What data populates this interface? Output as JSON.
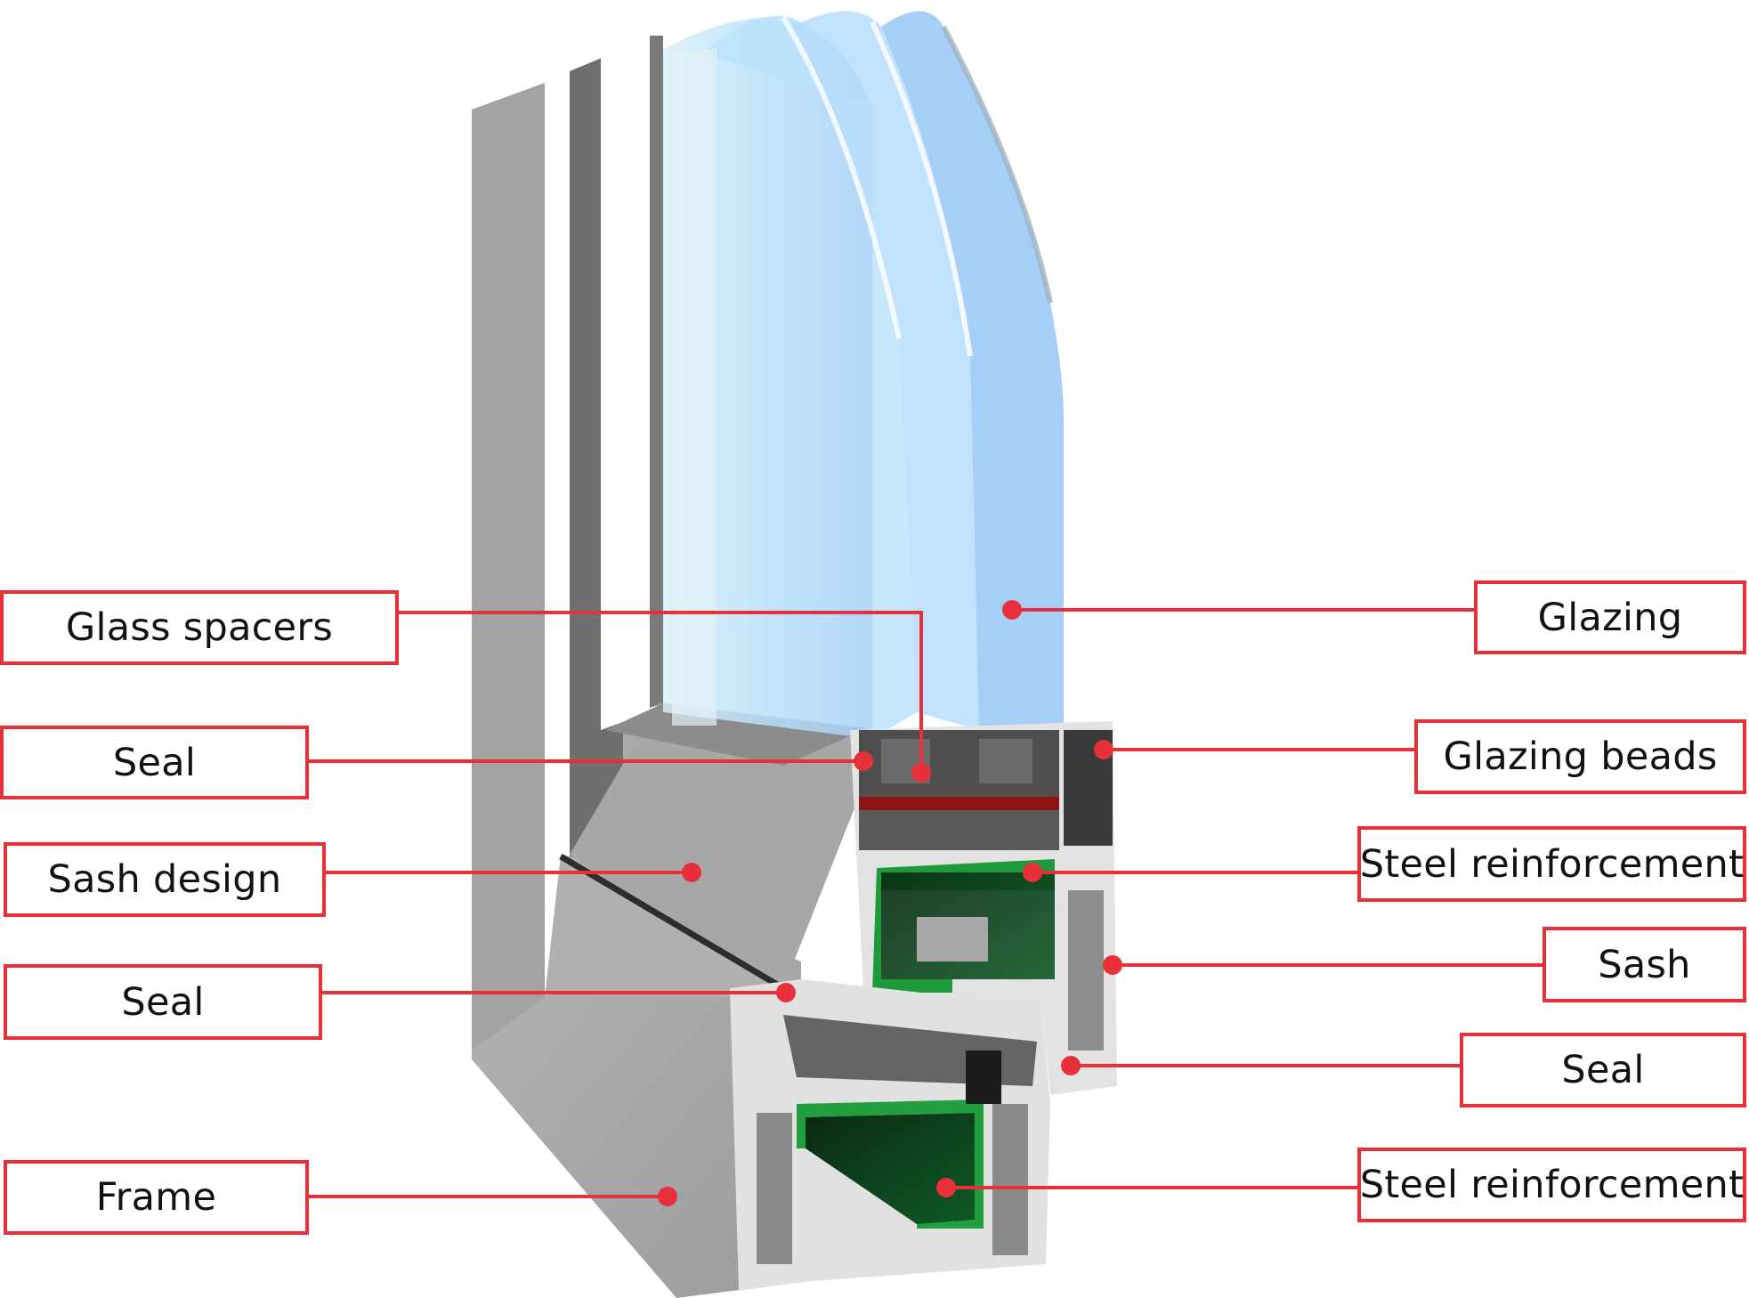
{
  "diagram": {
    "subject": "PVC window profile cross-section with triple glazing",
    "colors": {
      "callout": "#e8303a",
      "pvc_light": "#e6e6e6",
      "pvc_mid": "#a9a9a9",
      "pvc_dark": "#5f5f5f",
      "steel": "#1f9a3a",
      "steel_dark": "#0b3d1b",
      "glass": "#a8d4f6",
      "glass_light": "#cfeafc"
    },
    "labels_left": [
      {
        "id": "glass-spacers",
        "text": "Glass spacers"
      },
      {
        "id": "seal-upper-left",
        "text": "Seal"
      },
      {
        "id": "sash-design",
        "text": "Sash design"
      },
      {
        "id": "seal-lower-left",
        "text": "Seal"
      },
      {
        "id": "frame",
        "text": "Frame"
      }
    ],
    "labels_right": [
      {
        "id": "glazing",
        "text": "Glazing"
      },
      {
        "id": "glazing-beads",
        "text": "Glazing beads"
      },
      {
        "id": "steel-reinforcement-upper",
        "text": "Steel reinforcement"
      },
      {
        "id": "sash",
        "text": "Sash"
      },
      {
        "id": "seal-right",
        "text": "Seal"
      },
      {
        "id": "steel-reinforcement-lower",
        "text": "Steel reinforcement"
      }
    ]
  }
}
